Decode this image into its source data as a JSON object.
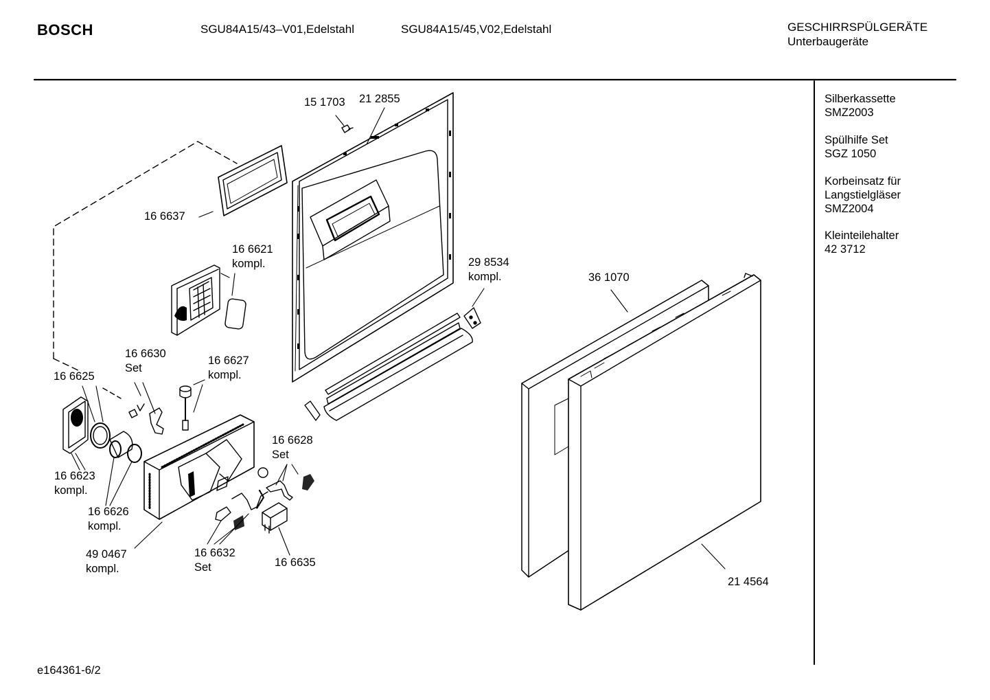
{
  "header": {
    "brand": "BOSCH",
    "model_1": "SGU84A15/43–V01,Edelstahl",
    "model_2": "SGU84A15/45,V02,Edelstahl",
    "category_line1": "GESCHIRRSPÜLGERÄTE",
    "category_line2": "Unterbaugeräte"
  },
  "parts": [
    {
      "number": "15 1703",
      "sub": ""
    },
    {
      "number": "21 2855",
      "sub": ""
    },
    {
      "number": "16 6637",
      "sub": ""
    },
    {
      "number": "16 6621",
      "sub": "kompl."
    },
    {
      "number": "29 8534",
      "sub": "kompl."
    },
    {
      "number": "36 1070",
      "sub": ""
    },
    {
      "number": "16 6630",
      "sub": "Set"
    },
    {
      "number": "16 6627",
      "sub": "kompl."
    },
    {
      "number": "16 6625",
      "sub": ""
    },
    {
      "number": "16 6628",
      "sub": "Set"
    },
    {
      "number": "16 6623",
      "sub": "kompl."
    },
    {
      "number": "16 6626",
      "sub": "kompl."
    },
    {
      "number": "49 0467",
      "sub": "kompl."
    },
    {
      "number": "16 6632",
      "sub": "Set"
    },
    {
      "number": "16 6635",
      "sub": ""
    },
    {
      "number": "21 4564",
      "sub": ""
    }
  ],
  "accessories": [
    {
      "name": "Silberkassette",
      "code": "SMZ2003"
    },
    {
      "name": "Spülhilfe Set",
      "code": "SGZ 1050"
    },
    {
      "name": "Korbeinsatz für",
      "name2": "Langstielgläser",
      "code": "SMZ2004"
    },
    {
      "name": "Kleinteilehalter",
      "code": "42 3712"
    }
  ],
  "footer": {
    "doc_id": "e164361-6/2"
  }
}
